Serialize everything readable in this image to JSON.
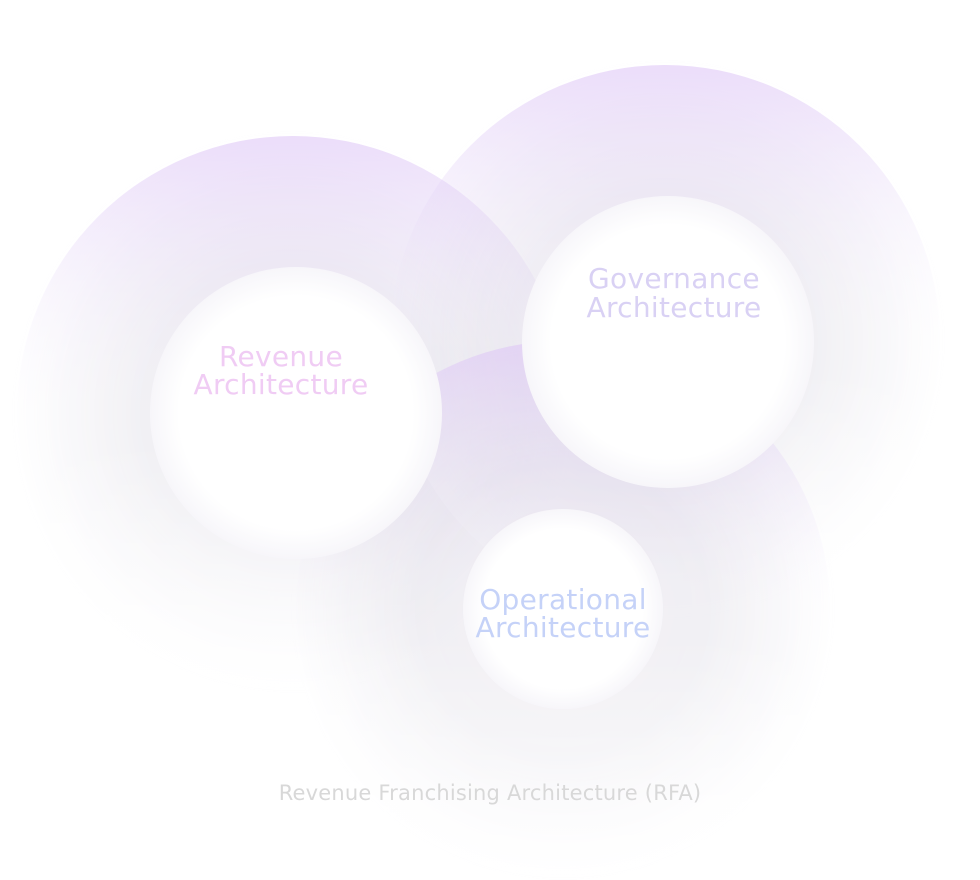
{
  "diagram": {
    "footer_label": "Revenue Franchising Architecture (RFA)",
    "circles": [
      {
        "id": "revenue",
        "label_line1": "Revenue",
        "label_line2": "Architecture",
        "label_color": "#f0ccf4",
        "accent_color": "#d9bff4"
      },
      {
        "id": "governance",
        "label_line1": "Governance",
        "label_line2": "Architecture",
        "label_color": "#d9d1f4",
        "accent_color": "#d9bff4"
      },
      {
        "id": "operational",
        "label_line1": "Operational",
        "label_line2": "Architecture",
        "label_color": "#c5d2f8",
        "accent_color": "#d9bff4"
      }
    ]
  }
}
